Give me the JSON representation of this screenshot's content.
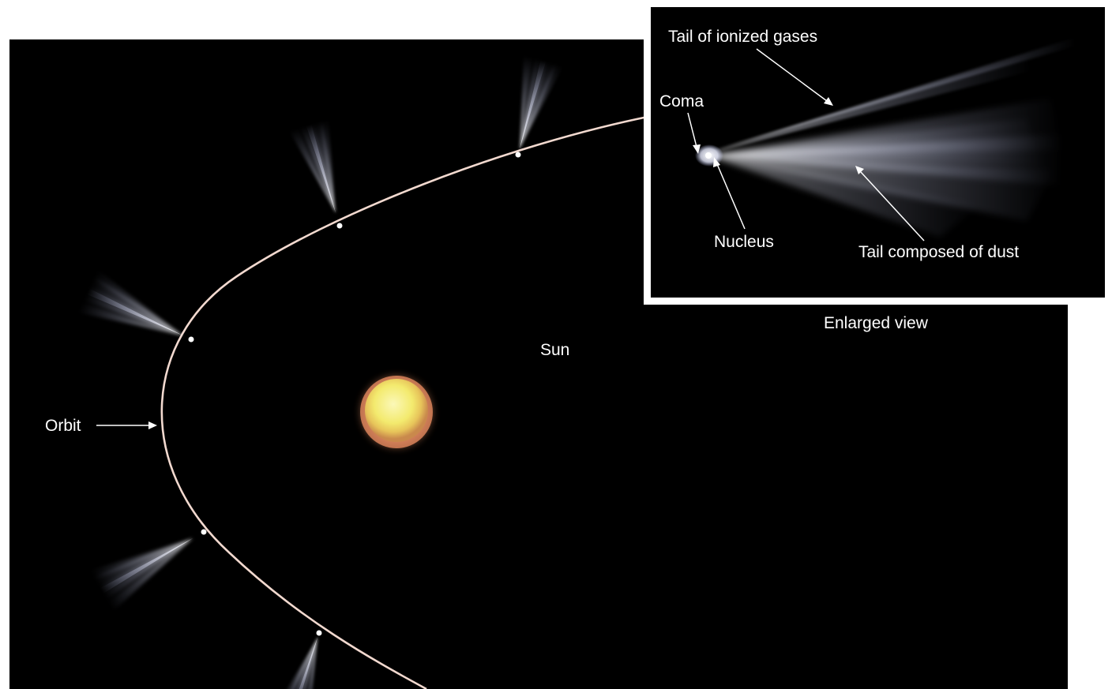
{
  "labels": {
    "orbit": "Orbit",
    "sun": "Sun",
    "enlarged_view": "Enlarged view",
    "tail_ionized_gases": "Tail of ionized gases",
    "coma": "Coma",
    "nucleus": "Nucleus",
    "tail_dust": "Tail composed of dust"
  },
  "colors": {
    "space": "#000000",
    "frame": "#ffffff",
    "orbit_line": "#f2d9cf",
    "sun_core": "#f7f28a",
    "sun_halo": "#d9825a",
    "tail": "#dfe4ff"
  }
}
